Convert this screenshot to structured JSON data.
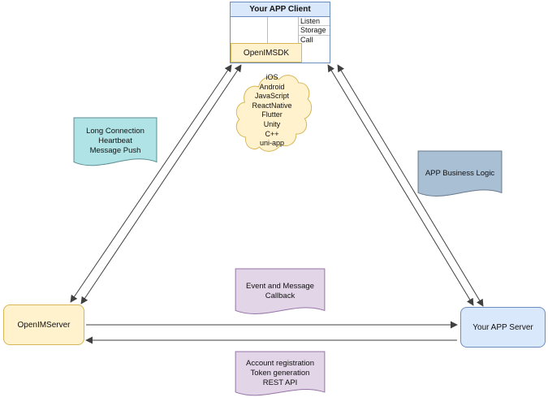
{
  "diagram": {
    "client": {
      "title": "Your APP Client",
      "ports": [
        "Listen",
        "Storage",
        "Call"
      ],
      "sdk_label": "OpenIMSDK"
    },
    "platforms": [
      "iOS",
      "Android",
      "JavaScript",
      "ReactNative",
      "Flutter",
      "Unity",
      "C++",
      "uni-app"
    ],
    "notes": {
      "long_connection": {
        "lines": [
          "Long Connection",
          "Heartbeat",
          "Message Push"
        ]
      },
      "business_logic": {
        "lines": [
          "APP Business Logic"
        ]
      },
      "event_callback": {
        "lines": [
          "Event and Message",
          "Callback"
        ]
      },
      "rest_api": {
        "lines": [
          "Account registration",
          "Token generation",
          "REST API"
        ]
      }
    },
    "nodes": {
      "openim_server": "OpenIMServer",
      "app_server": "Your APP Server"
    },
    "colors": {
      "client_header_fill": "#dae8fc",
      "client_border": "#6c8ebf",
      "sdk_fill": "#fff2cc",
      "sdk_border": "#d6b656",
      "cloud_fill": "#fff2cc",
      "cloud_border": "#d6b656",
      "teal_note_fill": "#b0e3e6",
      "gray_note_fill": "#a9bfd4",
      "purple_note_fill": "#e1d5e7",
      "purple_note_border": "#9673a6",
      "openim_server_fill": "#fff2cc",
      "app_server_fill": "#dae8fc",
      "arrow_color": "#404040"
    }
  }
}
